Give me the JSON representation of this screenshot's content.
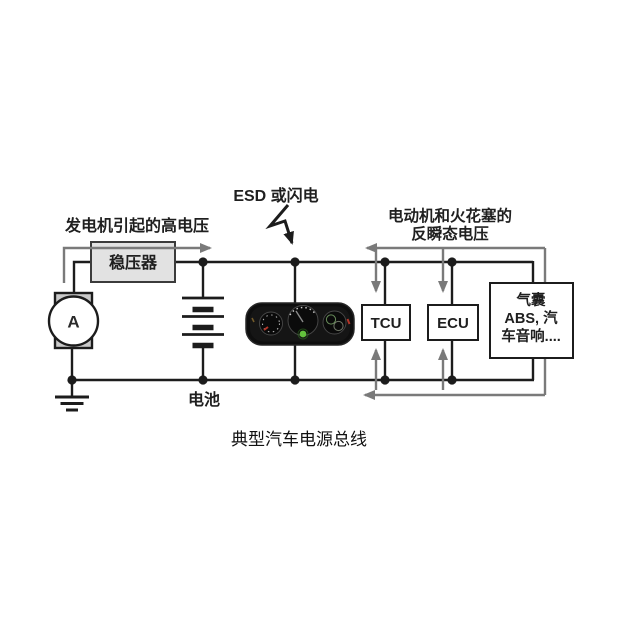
{
  "figure": {
    "caption": "典型汽车电源总线",
    "annotations": {
      "generator_surge": "发电机引起的高电压",
      "esd": "ESD 或闪电",
      "transient_line1": "电动机和火花塞的",
      "transient_line2": "反瞬态电压"
    },
    "components": {
      "regulator": "稳压器",
      "ammeter": "A",
      "battery": "电池",
      "tcu": "TCU",
      "ecu": "ECU",
      "loads_line1": "气囊",
      "loads_line2": "ABS, 汽",
      "loads_line3": "车音响...."
    },
    "colors": {
      "wire": "#1c1c1c",
      "transient_arrow": "#7a7a7a",
      "regulator_fill": "#e2e2e2",
      "ammeter_plate": "#c9c9c9",
      "component_fill": "#ffffff",
      "dashboard_body": "#0e0e0e",
      "indicator_green": "#63c23c",
      "indicator_red": "#b33528"
    }
  }
}
